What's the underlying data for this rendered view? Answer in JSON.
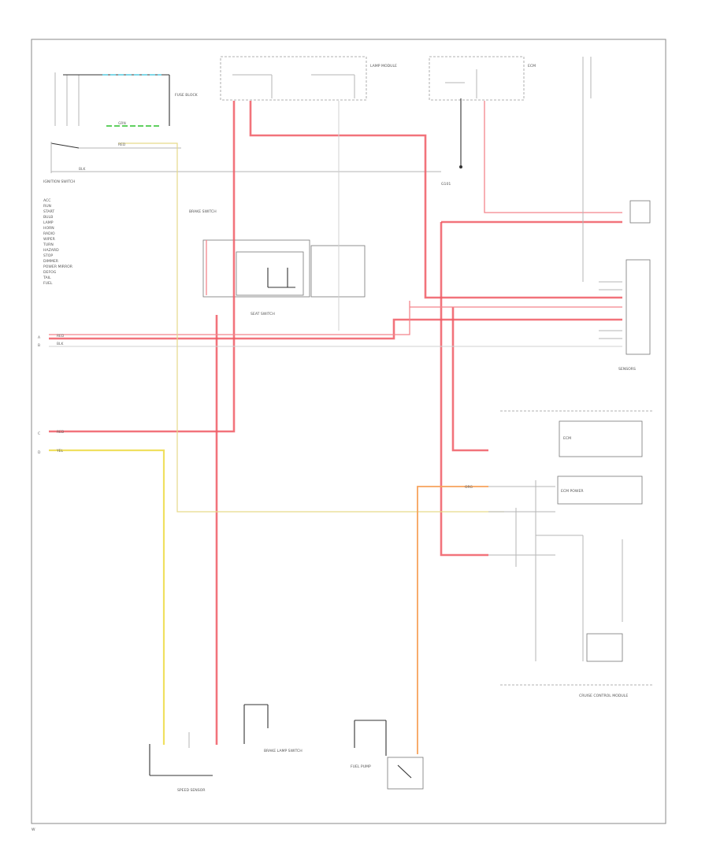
{
  "page_label": "W",
  "footer": {
    "section_label": "CRUISE CONTROL MODULE"
  },
  "components": {
    "ignition_switch": {
      "label": "IGNITION SWITCH"
    },
    "fuse_block": {
      "label": "FUSE BLOCK"
    },
    "lamp_module": {
      "label": "LAMP MODULE"
    },
    "left_seat_switch": {
      "label": "SEAT SWITCH"
    },
    "ground_top": {
      "label": "G101"
    },
    "brake_switch": {
      "label": "BRAKE SWITCH"
    },
    "ecm_connector": {
      "label": "ECM"
    },
    "ecm_module": {
      "label": "ECM"
    },
    "ecm_power": {
      "label": "ECM POWER"
    },
    "ecm_sensors": {
      "label": "SENSORS"
    },
    "speed_sensor": {
      "label": "SPEED SENSOR"
    },
    "brake_lamp_switch": {
      "label": "BRAKE LAMP SWITCH"
    },
    "fuel_pump": {
      "label": "FUEL PUMP"
    }
  },
  "ignition_list": [
    "ACC",
    "RUN",
    "START",
    "BULB",
    "LAMP",
    "HORN",
    "RADIO",
    "WIPER",
    "TURN",
    "HAZARD",
    "STOP",
    "DIMMER",
    "POWER MIRROR",
    "DEFOG",
    "TAIL",
    "FUEL"
  ],
  "wire_labels": {
    "w1": "RED",
    "w2": "GRN",
    "w3": "BLK",
    "w4": "RED",
    "w5": "YEL",
    "w6": "RED",
    "w7": "ORG",
    "w8": "BLK"
  },
  "edge_marks": [
    "A",
    "B",
    "C",
    "D"
  ]
}
